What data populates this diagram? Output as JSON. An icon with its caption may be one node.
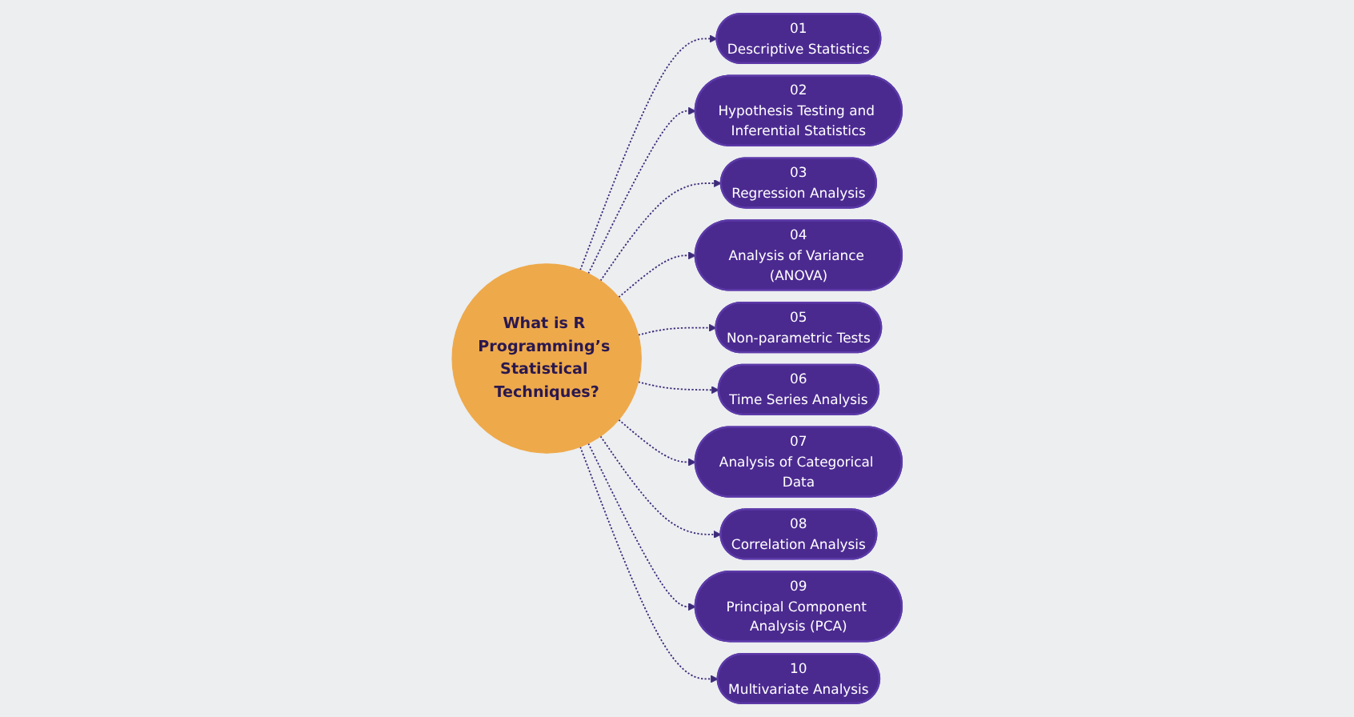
{
  "diagram": {
    "nodes": [
      {
        "text": [
          "What is R Programming’s Statistical Techniques?"
        ]
      },
      {
        "text": [
          "01",
          "Descriptive Statistics"
        ]
      },
      {
        "text": [
          "02",
          "Hypothesis Testing and Inferential Statistics"
        ]
      },
      {
        "text": [
          "03",
          "Regression Analysis"
        ]
      },
      {
        "text": [
          "04",
          "Analysis of Variance (ANOVA)"
        ]
      },
      {
        "text": [
          "05",
          "Non-parametric Tests"
        ]
      },
      {
        "text": [
          "06",
          "Time Series Analysis"
        ]
      },
      {
        "text": [
          "07",
          "Analysis of Categorical Data"
        ]
      },
      {
        "text": [
          "08",
          "Correlation Analysis"
        ]
      },
      {
        "text": [
          "09",
          "Principal Component Analysis (PCA)"
        ]
      },
      {
        "text": [
          "10",
          "Multivariate Analysis"
        ]
      }
    ],
    "edges": [
      {
        "from": 0,
        "to": 1,
        "arrow": "to",
        "style": "dashed"
      },
      {
        "from": 0,
        "to": 2,
        "arrow": "to",
        "style": "dashed"
      },
      {
        "from": 0,
        "to": 3,
        "arrow": "to",
        "style": "dashed"
      },
      {
        "from": 0,
        "to": 4,
        "arrow": "to",
        "style": "dashed"
      },
      {
        "from": 0,
        "to": 5,
        "arrow": "to",
        "style": "dashed"
      },
      {
        "from": 0,
        "to": 6,
        "arrow": "to",
        "style": "dashed"
      },
      {
        "from": 0,
        "to": 7,
        "arrow": "to",
        "style": "dashed"
      },
      {
        "from": 0,
        "to": 8,
        "arrow": "to",
        "style": "dashed"
      },
      {
        "from": 0,
        "to": 9,
        "arrow": "to",
        "style": "dashed"
      },
      {
        "from": 0,
        "to": 10,
        "arrow": "to",
        "style": "dashed"
      }
    ]
  }
}
